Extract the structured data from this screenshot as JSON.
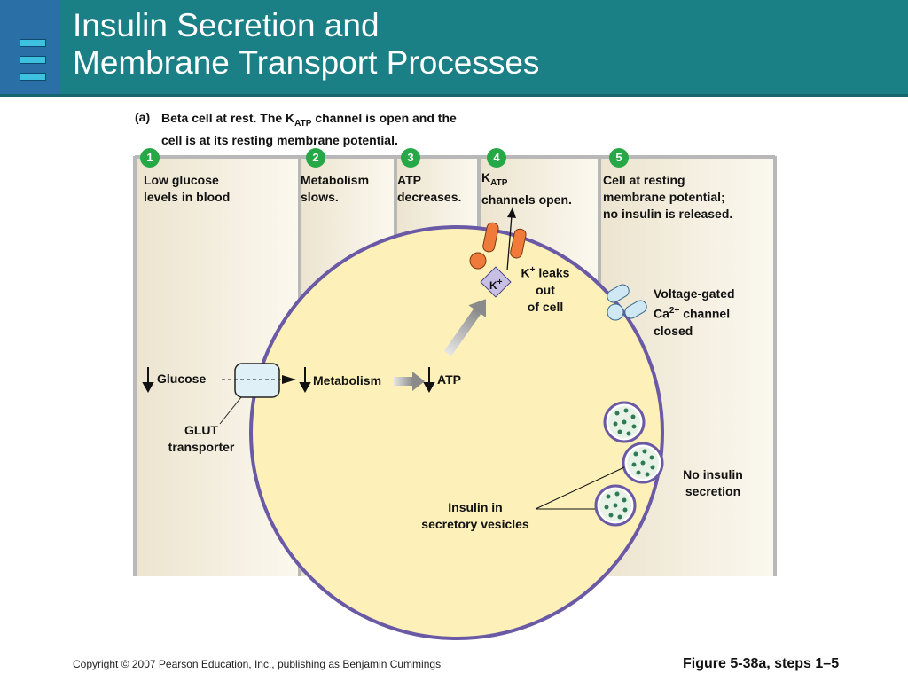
{
  "header": {
    "title_line1": "Insulin Secretion and",
    "title_line2": "Membrane Transport Processes"
  },
  "panel": {
    "label": "(a)",
    "caption_line1_pre": "Beta cell at rest. The K",
    "caption_line1_sub": "ATP",
    "caption_line1_post": " channel is open and the",
    "caption_line2": "cell is at its resting membrane potential."
  },
  "steps": [
    {
      "number": "1",
      "line1": "Low glucose",
      "line2": "levels in blood"
    },
    {
      "number": "2",
      "line1": "Metabolism",
      "line2": "slows."
    },
    {
      "number": "3",
      "line1": "ATP",
      "line2": "decreases."
    },
    {
      "number": "4",
      "line1_main": "K",
      "line1_sub": "ATP",
      "line2": "channels open."
    },
    {
      "number": "5",
      "line1": "Cell at resting",
      "line2": "membrane potential;",
      "line3": "no insulin is released."
    }
  ],
  "labels": {
    "k_ion": "K",
    "k_ion_charge": "+",
    "k_leaks_main": "K",
    "k_leaks_charge": "+",
    "k_leaks_rest": " leaks",
    "k_leaks_line2": "out",
    "k_leaks_line3": "of cell",
    "ca_channel_line1": "Voltage-gated",
    "ca_channel_line2_main": "Ca",
    "ca_channel_line2_charge": "2+",
    "ca_channel_line2_rest": " channel",
    "ca_channel_line3": "closed",
    "glucose": "Glucose",
    "metabolism": "Metabolism",
    "atp": "ATP",
    "glut_line1": "GLUT",
    "glut_line2": "transporter",
    "insulin_line1": "Insulin in",
    "insulin_line2": "secretory vesicles",
    "no_insulin_line1": "No insulin",
    "no_insulin_line2": "secretion"
  },
  "footer": {
    "copyright": "Copyright © 2007 Pearson Education, Inc., publishing as Benjamin Cummings",
    "figure": "Figure 5-38a, steps 1–5"
  },
  "colors": {
    "header_teal": "#1b7f86",
    "header_square": "#2a6fa6",
    "cell_fill": "#fdf0b8",
    "cell_border": "#6a5aa6",
    "step_badge": "#27a847",
    "channel_orange": "#ef7a3a",
    "vesicle_dot": "#2f7a55"
  }
}
